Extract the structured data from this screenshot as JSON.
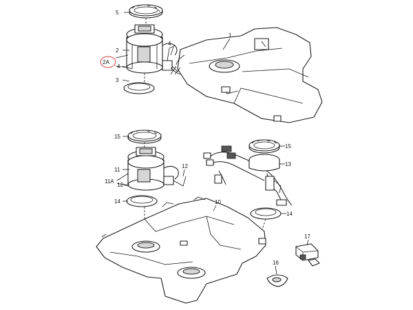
{
  "diagram": {
    "callouts": {
      "c1": "1",
      "c2": "2",
      "c2a": "2A",
      "c3": "3",
      "c4a": "4",
      "c4b": "4",
      "c5": "5",
      "c10": "10",
      "c11": "11",
      "c11a": "11A",
      "c12a": "12",
      "c12b": "12",
      "c13": "13",
      "c14a": "14",
      "c14b": "14",
      "c15a": "15",
      "c15b": "15",
      "c16": "16",
      "c17": "17"
    },
    "highlight_color": "#d93a3a"
  }
}
